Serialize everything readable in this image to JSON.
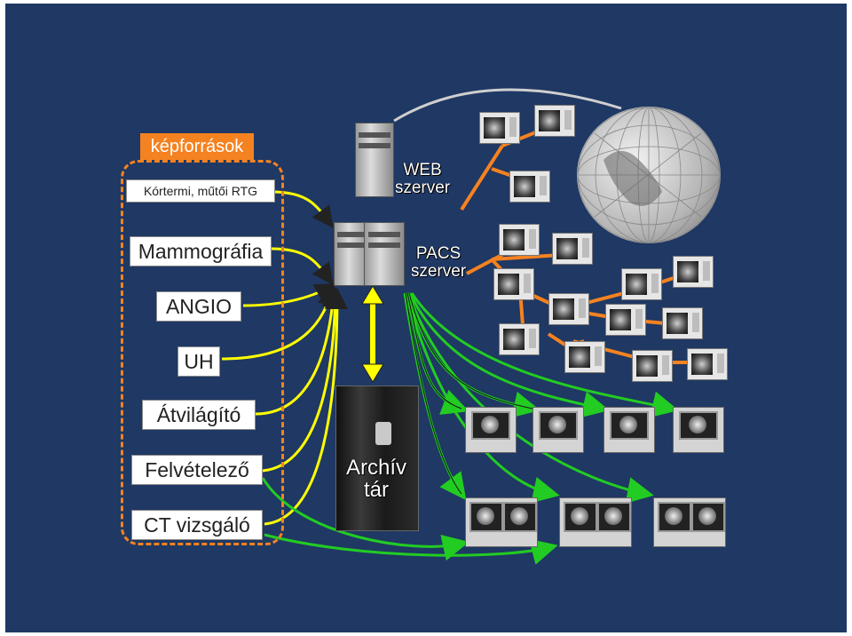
{
  "sources_header": "képforrások",
  "sources": [
    "Kórtermi, műtői RTG",
    "Mammográfia",
    "ANGIO",
    "UH",
    "Átvilágító",
    "Felvételező",
    "CT vizsgáló"
  ],
  "web_server_label": "WEB\nszerver",
  "pacs_server_label": "PACS\nszerver",
  "archive_label": "Archív\ntár",
  "colors": {
    "background": "#1f3864",
    "orange": "#f58220",
    "yellow": "#ffff00",
    "green": "#22cc22"
  }
}
